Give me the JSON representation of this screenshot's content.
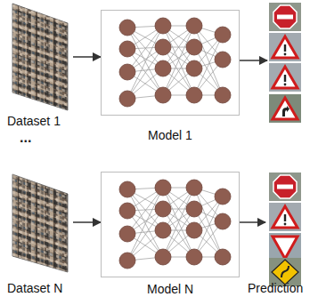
{
  "diagram": {
    "nodes": [
      {
        "text": [
          "Dataset 1"
        ]
      },
      {
        "text": [
          "Model 1"
        ]
      },
      {
        "text": [
          "Dataset N"
        ]
      },
      {
        "text": [
          "Model N"
        ]
      },
      {
        "text": [
          "Prediction"
        ]
      }
    ],
    "edges": [
      {
        "from": 0,
        "to": 1,
        "arrow": "to"
      },
      {
        "from": 2,
        "to": 3,
        "arrow": "to"
      },
      {
        "from": 3,
        "to": 4,
        "arrow": "to"
      }
    ],
    "labels": [
      "..."
    ]
  }
}
